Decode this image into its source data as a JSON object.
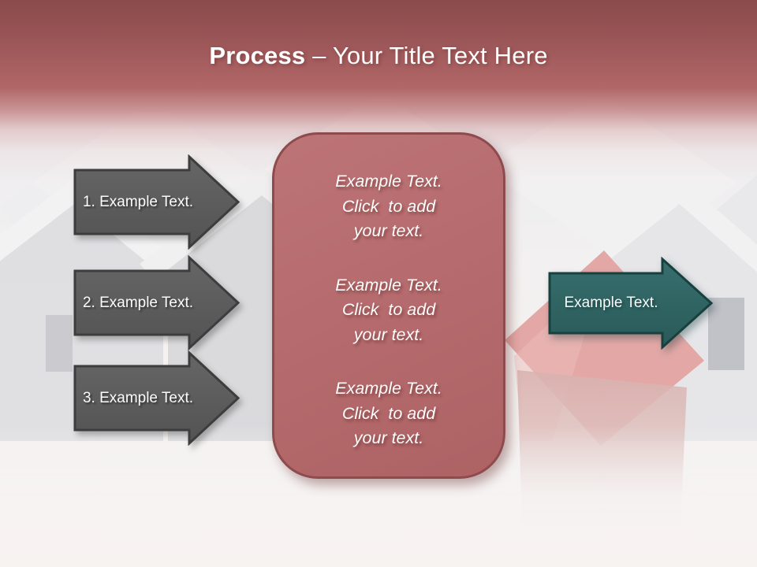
{
  "title": {
    "bold": "Process",
    "rest": " – Your Title Text Here"
  },
  "steps": [
    {
      "label": "1. Example Text."
    },
    {
      "label": "2. Example Text."
    },
    {
      "label": "3. Example Text."
    }
  ],
  "center_box": {
    "blocks": [
      {
        "lines": [
          "Example Text.",
          "Click  to add",
          "your text."
        ]
      },
      {
        "lines": [
          "Example Text.",
          "Click  to add",
          "your text."
        ]
      },
      {
        "lines": [
          "Example Text.",
          "Click  to add",
          "your text."
        ]
      }
    ]
  },
  "output_arrow": {
    "label": "Example Text."
  },
  "colors": {
    "header_red_top": "#8b4a4b",
    "header_red_bottom": "#b16768",
    "box_rose_fill": "#b66c6e",
    "box_border": "#8d4b4d",
    "step_arrow_gray": "#5c5c5c",
    "step_arrow_border": "#3d3d3d",
    "output_arrow_teal": "#2f6968",
    "output_arrow_border": "#17403f",
    "house_red_roof": "#e3a5a3",
    "text_white": "#fdfcfc"
  }
}
